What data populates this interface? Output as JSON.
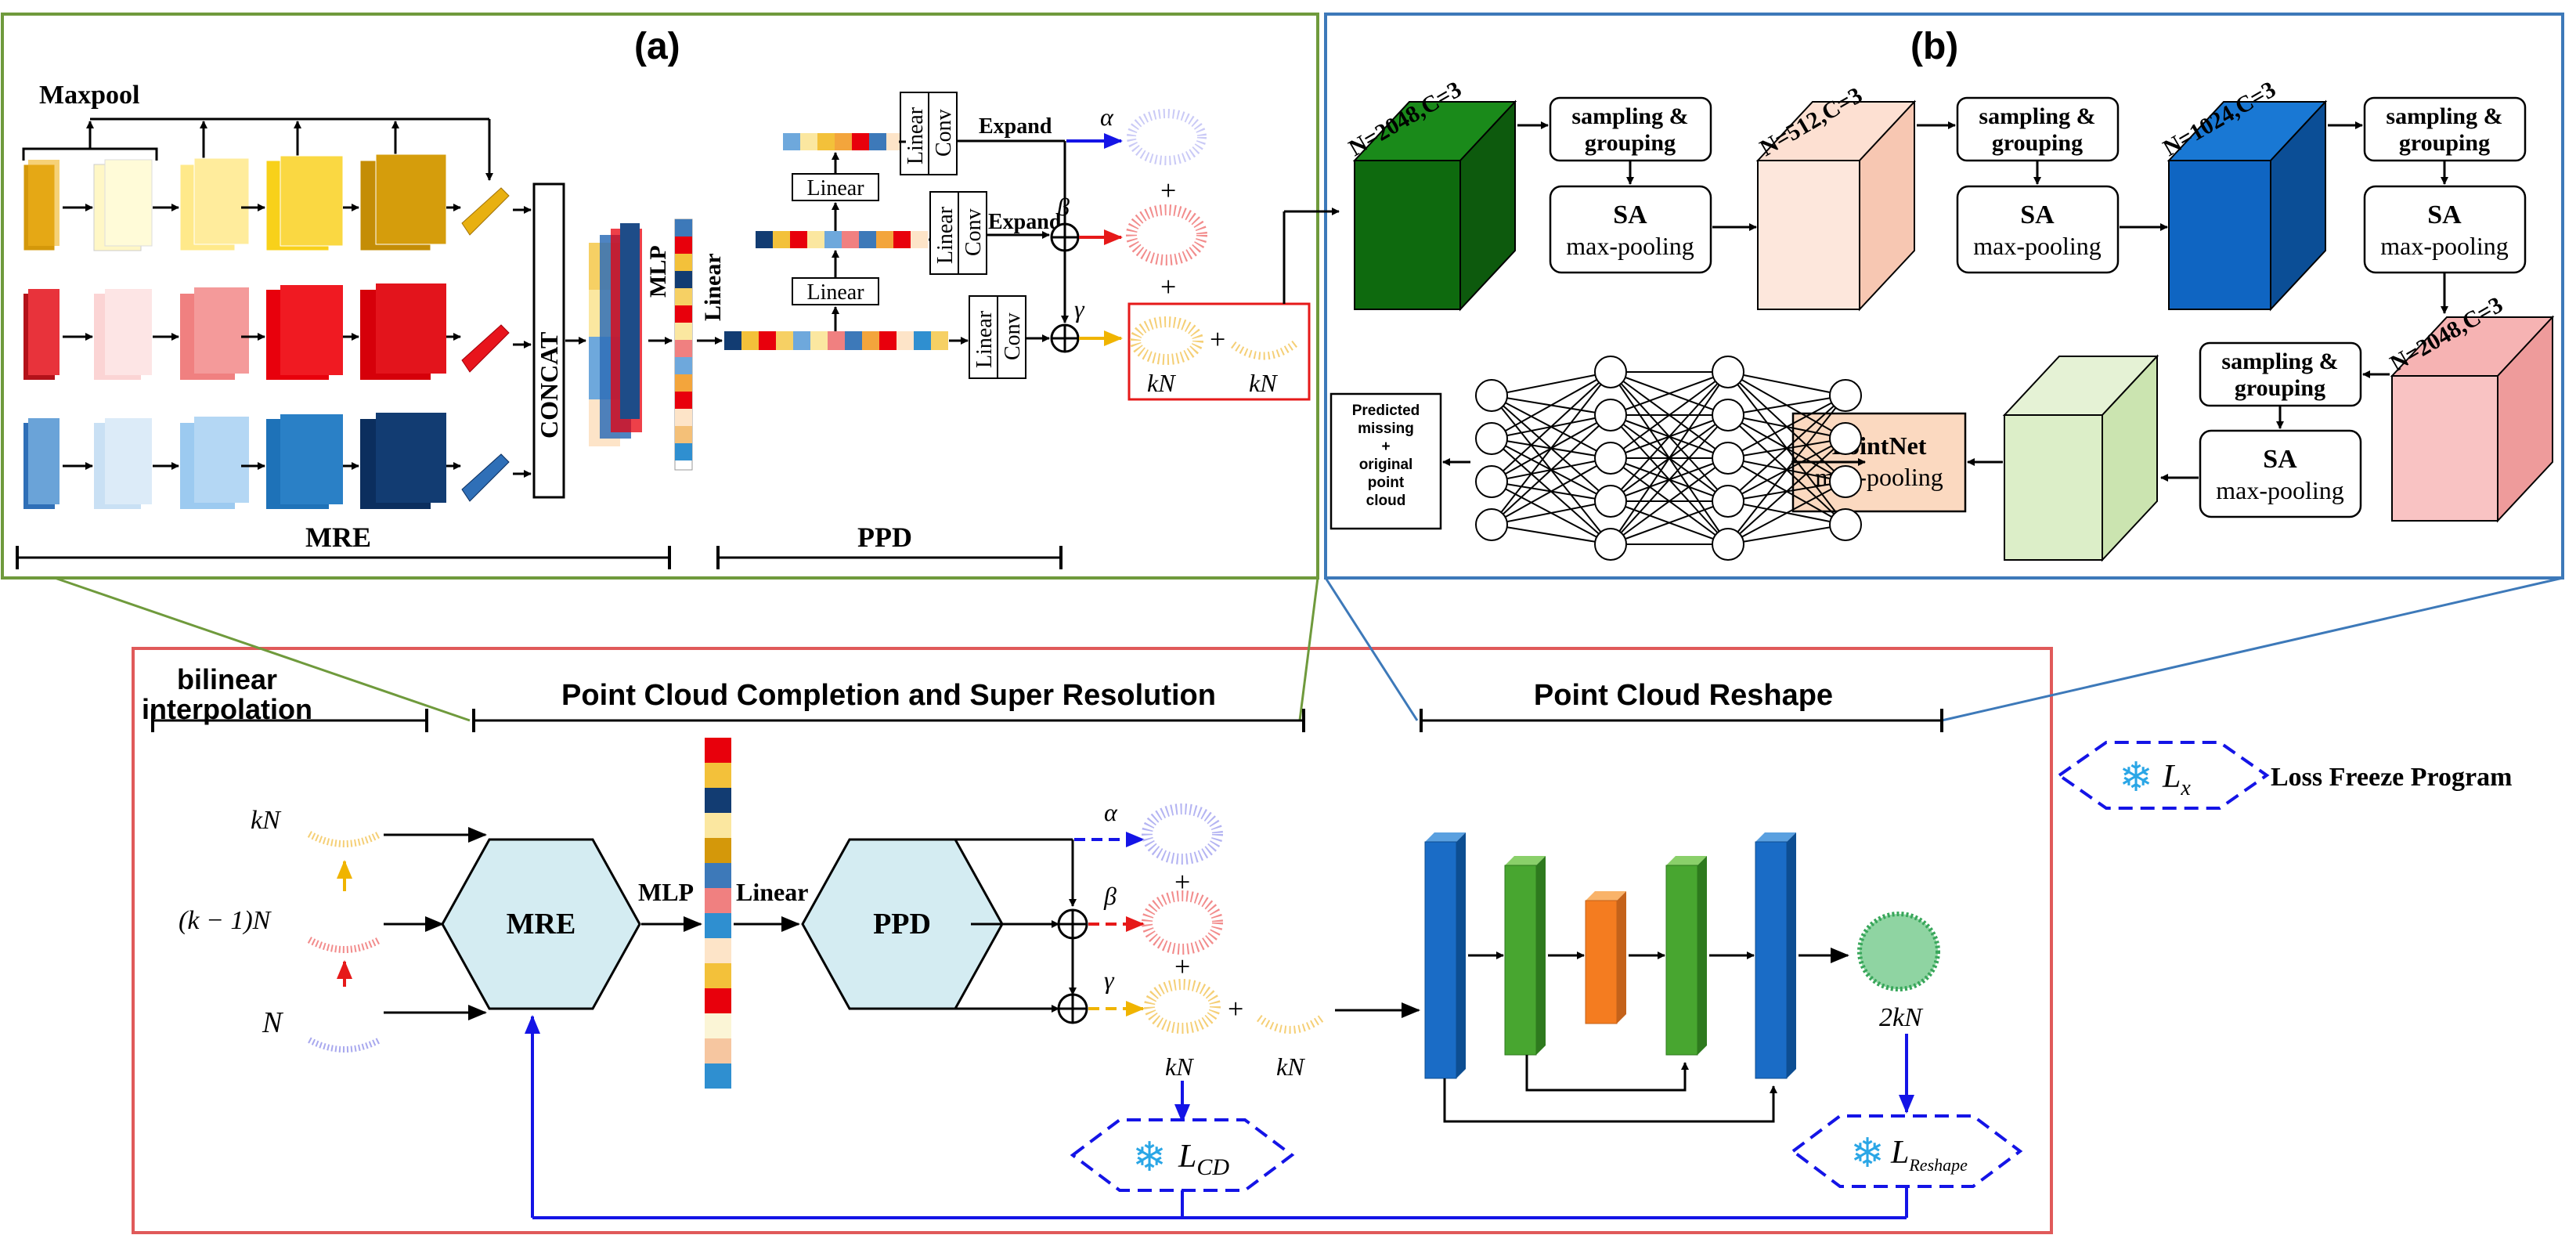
{
  "panel_a": {
    "title": "(a)",
    "maxpool": "Maxpool",
    "concat": "CONCAT",
    "mlp": "MLP",
    "linear": "Linear",
    "mre": "MRE",
    "ppd": "PPD",
    "expand": "Expand",
    "linear_box": "Linear",
    "conv_box": "Conv",
    "alpha": "α",
    "beta": "β",
    "gamma": "γ",
    "plus": "+",
    "kN": "kN"
  },
  "panel_b": {
    "title": "(b)",
    "n2048_c3": "N=2048,C=3",
    "n512_c3": "N=512,C=3",
    "n1024_c3": "N=1024,C=3",
    "sampling_grouping_1": "sampling &",
    "sampling_grouping_2": "grouping",
    "sa": "SA",
    "max_pooling": "max-pooling",
    "pointnet": "PointNet",
    "predicted": [
      "Predicted",
      "missing",
      "+",
      "original",
      "point",
      "cloud"
    ]
  },
  "bottom": {
    "bilinear_1": "bilinear",
    "bilinear_2": "interpolation",
    "completion_title": "Point Cloud Completion and Super Resolution",
    "reshape_title": "Point Cloud Reshape",
    "kN": "kN",
    "k1N": "(k − 1)N",
    "N": "N",
    "mre": "MRE",
    "ppd": "PPD",
    "mlp": "MLP",
    "linear": "Linear",
    "alpha": "α",
    "beta": "β",
    "gamma": "γ",
    "plus": "+",
    "twokN": "2kN",
    "lcd_base": "L",
    "lcd_sub": "CD",
    "lreshape_base": "L",
    "lreshape_sub": "Reshape"
  },
  "legend": {
    "lx_base": "L",
    "lx_sub": "x",
    "label": "Loss Freeze Program",
    "snowflake": "❄"
  },
  "colors": {
    "green_border": "#6f9a3c",
    "blue_border": "#3d79b9",
    "red_border": "#e05a5a",
    "arrow_blue": "#1414e6",
    "arrow_red": "#e61919",
    "arrow_yellow": "#f0b400",
    "box_fill": "#d4ecf2"
  }
}
